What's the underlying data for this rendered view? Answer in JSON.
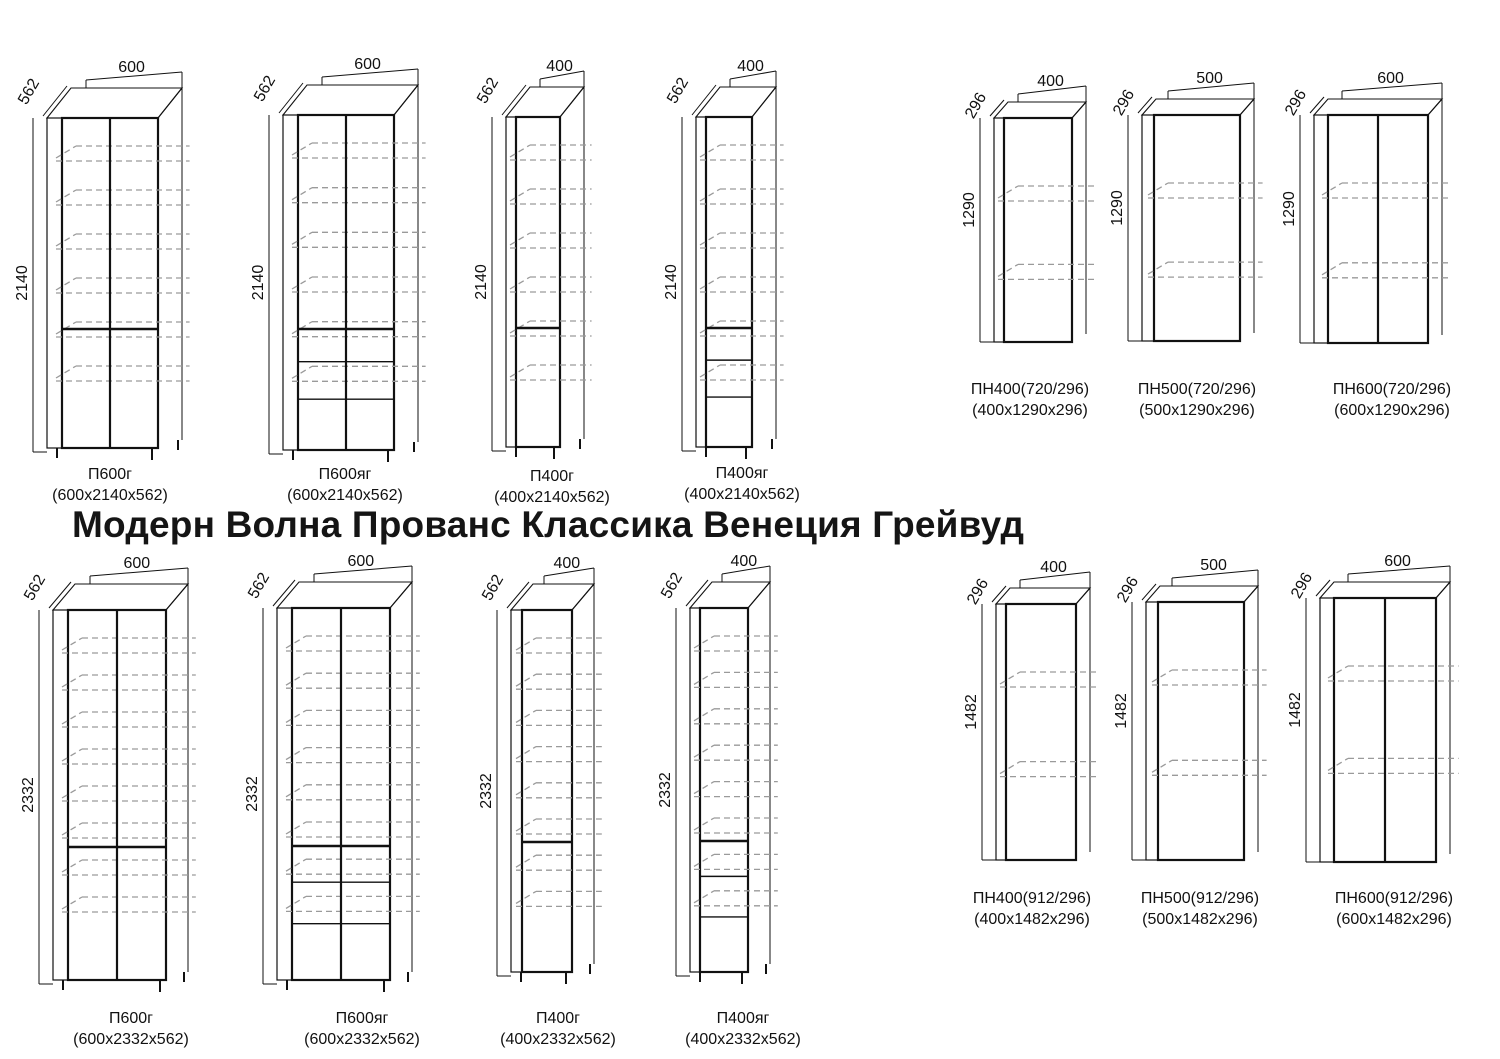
{
  "heading": "Модерн Волна Прованс Классика Венеция Грейвуд",
  "items": [
    {
      "kind": "tall",
      "code": "П600г",
      "size": "(600x2140x562)",
      "w": "600",
      "h": "2140",
      "d": "562",
      "doors": 2,
      "drawers": 0
    },
    {
      "kind": "tall",
      "code": "П600яг",
      "size": "(600x2140x562)",
      "w": "600",
      "h": "2140",
      "d": "562",
      "doors": 2,
      "drawers": 3
    },
    {
      "kind": "tall",
      "code": "П400г",
      "size": "(400x2140x562)",
      "w": "400",
      "h": "2140",
      "d": "562",
      "doors": 1,
      "drawers": 0
    },
    {
      "kind": "tall",
      "code": "П400яг",
      "size": "(400x2140x562)",
      "w": "400",
      "h": "2140",
      "d": "562",
      "doors": 1,
      "drawers": 3
    },
    {
      "kind": "wall",
      "code": "ПН400(720/296)",
      "size": "(400x1290x296)",
      "w": "400",
      "h": "1290",
      "d": "296",
      "doors": 1,
      "drawers": 0
    },
    {
      "kind": "wall",
      "code": "ПН500(720/296)",
      "size": "(500x1290x296)",
      "w": "500",
      "h": "1290",
      "d": "296",
      "doors": 1,
      "drawers": 0
    },
    {
      "kind": "wall",
      "code": "ПН600(720/296)",
      "size": "(600x1290x296)",
      "w": "600",
      "h": "1290",
      "d": "296",
      "doors": 2,
      "drawers": 0
    },
    {
      "kind": "tall",
      "code": "П600г",
      "size": "(600x2332x562)",
      "w": "600",
      "h": "2332",
      "d": "562",
      "doors": 2,
      "drawers": 0
    },
    {
      "kind": "tall",
      "code": "П600яг",
      "size": "(600x2332x562)",
      "w": "600",
      "h": "2332",
      "d": "562",
      "doors": 2,
      "drawers": 3
    },
    {
      "kind": "tall",
      "code": "П400г",
      "size": "(400x2332x562)",
      "w": "400",
      "h": "2332",
      "d": "562",
      "doors": 1,
      "drawers": 0
    },
    {
      "kind": "tall",
      "code": "П400яг",
      "size": "(400x2332x562)",
      "w": "400",
      "h": "2332",
      "d": "562",
      "doors": 1,
      "drawers": 3
    },
    {
      "kind": "wall",
      "code": "ПН400(912/296)",
      "size": "(400x1482x296)",
      "w": "400",
      "h": "1482",
      "d": "296",
      "doors": 1,
      "drawers": 0
    },
    {
      "kind": "wall",
      "code": "ПН500(912/296)",
      "size": "(500x1482x296)",
      "w": "500",
      "h": "1482",
      "d": "296",
      "doors": 1,
      "drawers": 0
    },
    {
      "kind": "wall",
      "code": "ПН600(912/296)",
      "size": "(600x1482x296)",
      "w": "600",
      "h": "1482",
      "d": "296",
      "doors": 2,
      "drawers": 0
    }
  ],
  "colors": {
    "ink": "#111111",
    "shelf": "#9a9a9a",
    "paper": "#ffffff"
  }
}
